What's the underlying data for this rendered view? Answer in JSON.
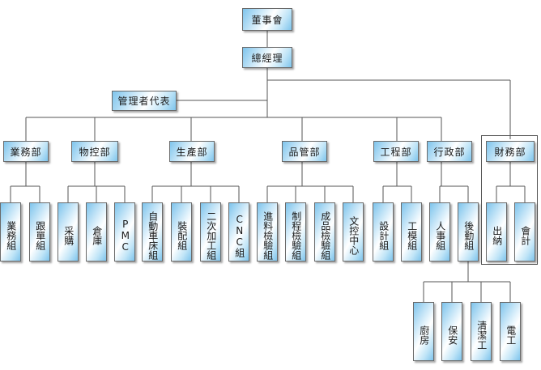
{
  "top": {
    "board": "董事會",
    "gm": "總經理",
    "rep": "管理者代表"
  },
  "depts": [
    {
      "name": "業務部",
      "teams": [
        "業務組",
        "跟單組"
      ]
    },
    {
      "name": "物控部",
      "teams": [
        "采購",
        "倉庫",
        "PMC"
      ]
    },
    {
      "name": "生產部",
      "teams": [
        "自動車床組",
        "裝配組",
        "二次加工組",
        "CNC組"
      ]
    },
    {
      "name": "品管部",
      "teams": [
        "進料檢驗組",
        "制程檢驗組",
        "成品檢驗組",
        "文控中心"
      ]
    },
    {
      "name": "工程部",
      "teams": [
        "設計組",
        "工模組"
      ]
    },
    {
      "name": "行政部",
      "teams": [
        "人事組",
        "後勤組"
      ]
    },
    {
      "name": "財務部",
      "teams": [
        "出納",
        "會計"
      ]
    }
  ],
  "logistics": [
    "廚房",
    "保安",
    "清潔工",
    "電工"
  ]
}
